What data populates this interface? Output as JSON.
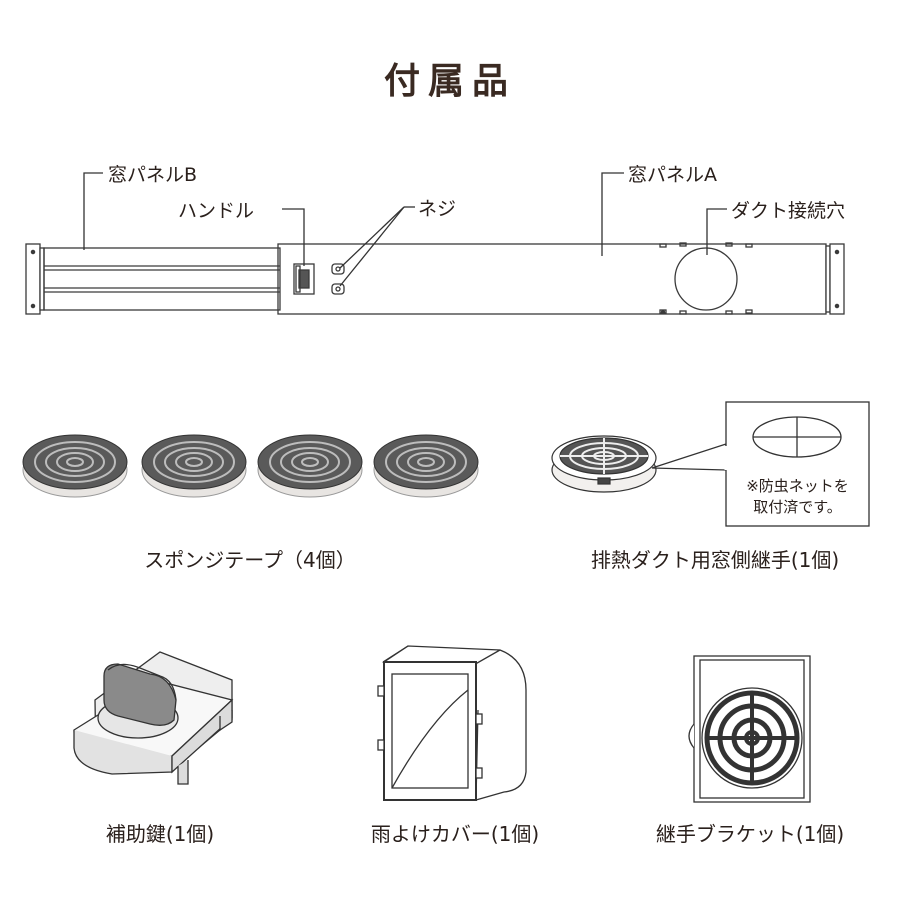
{
  "title": "付属品",
  "panel_labels": {
    "panel_b": "窓パネルB",
    "panel_a": "窓パネルA",
    "handle": "ハンドル",
    "screw": "ネジ",
    "duct_hole": "ダクト接続穴"
  },
  "items": {
    "sponge_tape": "スポンジテープ（4個）",
    "duct_joint": "排熱ダクト用窓側継手(1個)",
    "duct_note_line1": "※防虫ネットを",
    "duct_note_line2": "取付済です。",
    "aux_lock": "補助鍵(1個)",
    "rain_cover": "雨よけカバー(1個)",
    "joint_bracket": "継手ブラケット(1個)"
  }
}
